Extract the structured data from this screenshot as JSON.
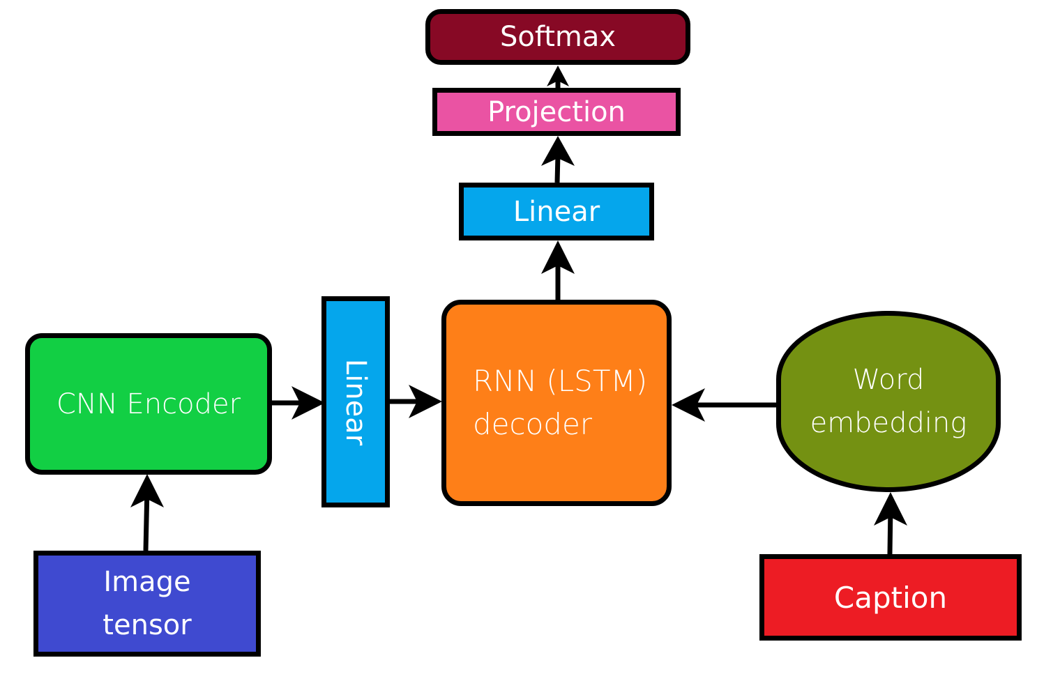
{
  "nodes": {
    "softmax": "Softmax",
    "projection": "Projection",
    "linear_top": "Linear",
    "linear_mid": "Linear",
    "cnn_encoder": "CNN Encoder",
    "rnn_line1": "RNN (LSTM)",
    "rnn_line2": "decoder",
    "word_line1": "Word",
    "word_line2": "embedding",
    "image_line1": "Image",
    "image_line2": "tensor",
    "caption": "Caption"
  },
  "colors": {
    "softmax": "#870925",
    "projection": "#ea53a3",
    "linear": "#05a6ec",
    "cnn_encoder": "#12cf44",
    "rnn_decoder": "#fe7f18",
    "word_embedding": "#749112",
    "image_tensor": "#3f4ad0",
    "caption": "#ed1c24"
  }
}
